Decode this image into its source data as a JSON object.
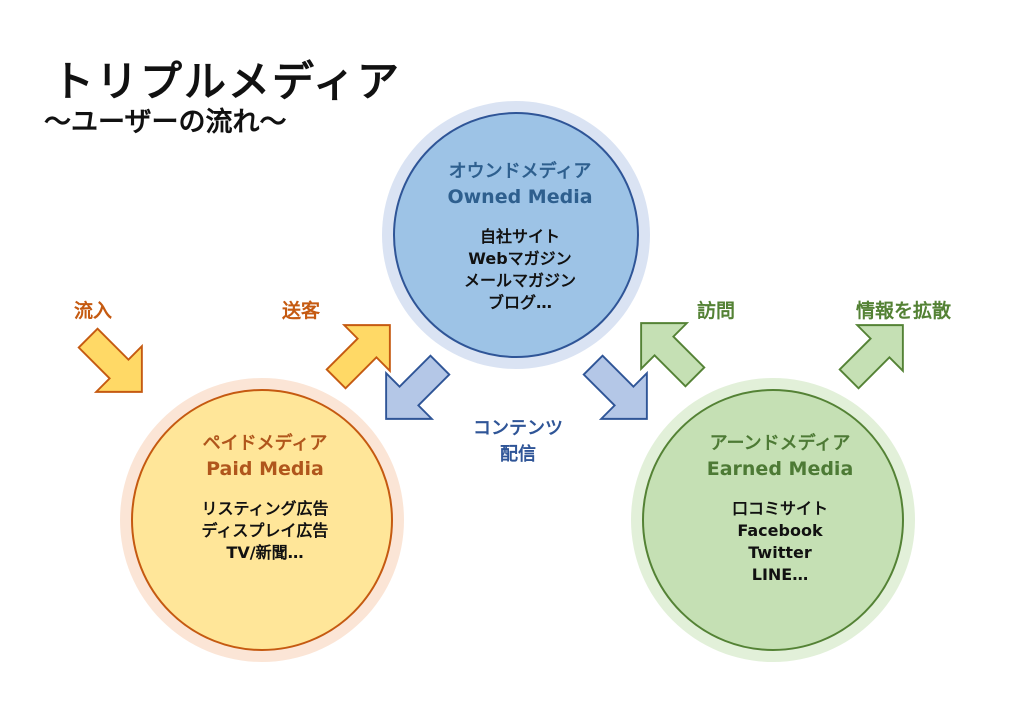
{
  "title": "トリプルメディア",
  "subtitle": "〜ユーザーの流れ〜",
  "colors": {
    "owned_fill": "#9dc3e6",
    "owned_halo": "#dae3f3",
    "owned_stroke": "#2f5597",
    "paid_fill": "#ffe699",
    "paid_halo": "#fbe5d6",
    "paid_stroke": "#c55a11",
    "earned_fill": "#c5e0b4",
    "earned_halo": "#e2f0d9",
    "earned_stroke": "#548235",
    "blue_arrow_fill": "#b4c7e7",
    "orange_text": "#c55a11",
    "green_text": "#548235",
    "blue_text": "#2f5597"
  },
  "circles": {
    "owned": {
      "heading_jp": "オウンドメディア",
      "heading_en": "Owned Media",
      "items": [
        "自社サイト",
        "Webマガジン",
        "メールマガジン",
        "ブログ…"
      ]
    },
    "paid": {
      "heading_jp": "ペイドメディア",
      "heading_en": "Paid Media",
      "items": [
        "リスティング広告",
        "ディスプレイ広告",
        "TV/新聞…"
      ]
    },
    "earned": {
      "heading_jp": "アーンドメディア",
      "heading_en": "Earned Media",
      "items": [
        "口コミサイト",
        "Facebook",
        "Twitter",
        "LINE…"
      ]
    }
  },
  "labels": {
    "inflow": "流入",
    "send": "送客",
    "content_line1": "コンテンツ",
    "content_line2": "配信",
    "visit": "訪問",
    "spread": "情報を拡散"
  }
}
